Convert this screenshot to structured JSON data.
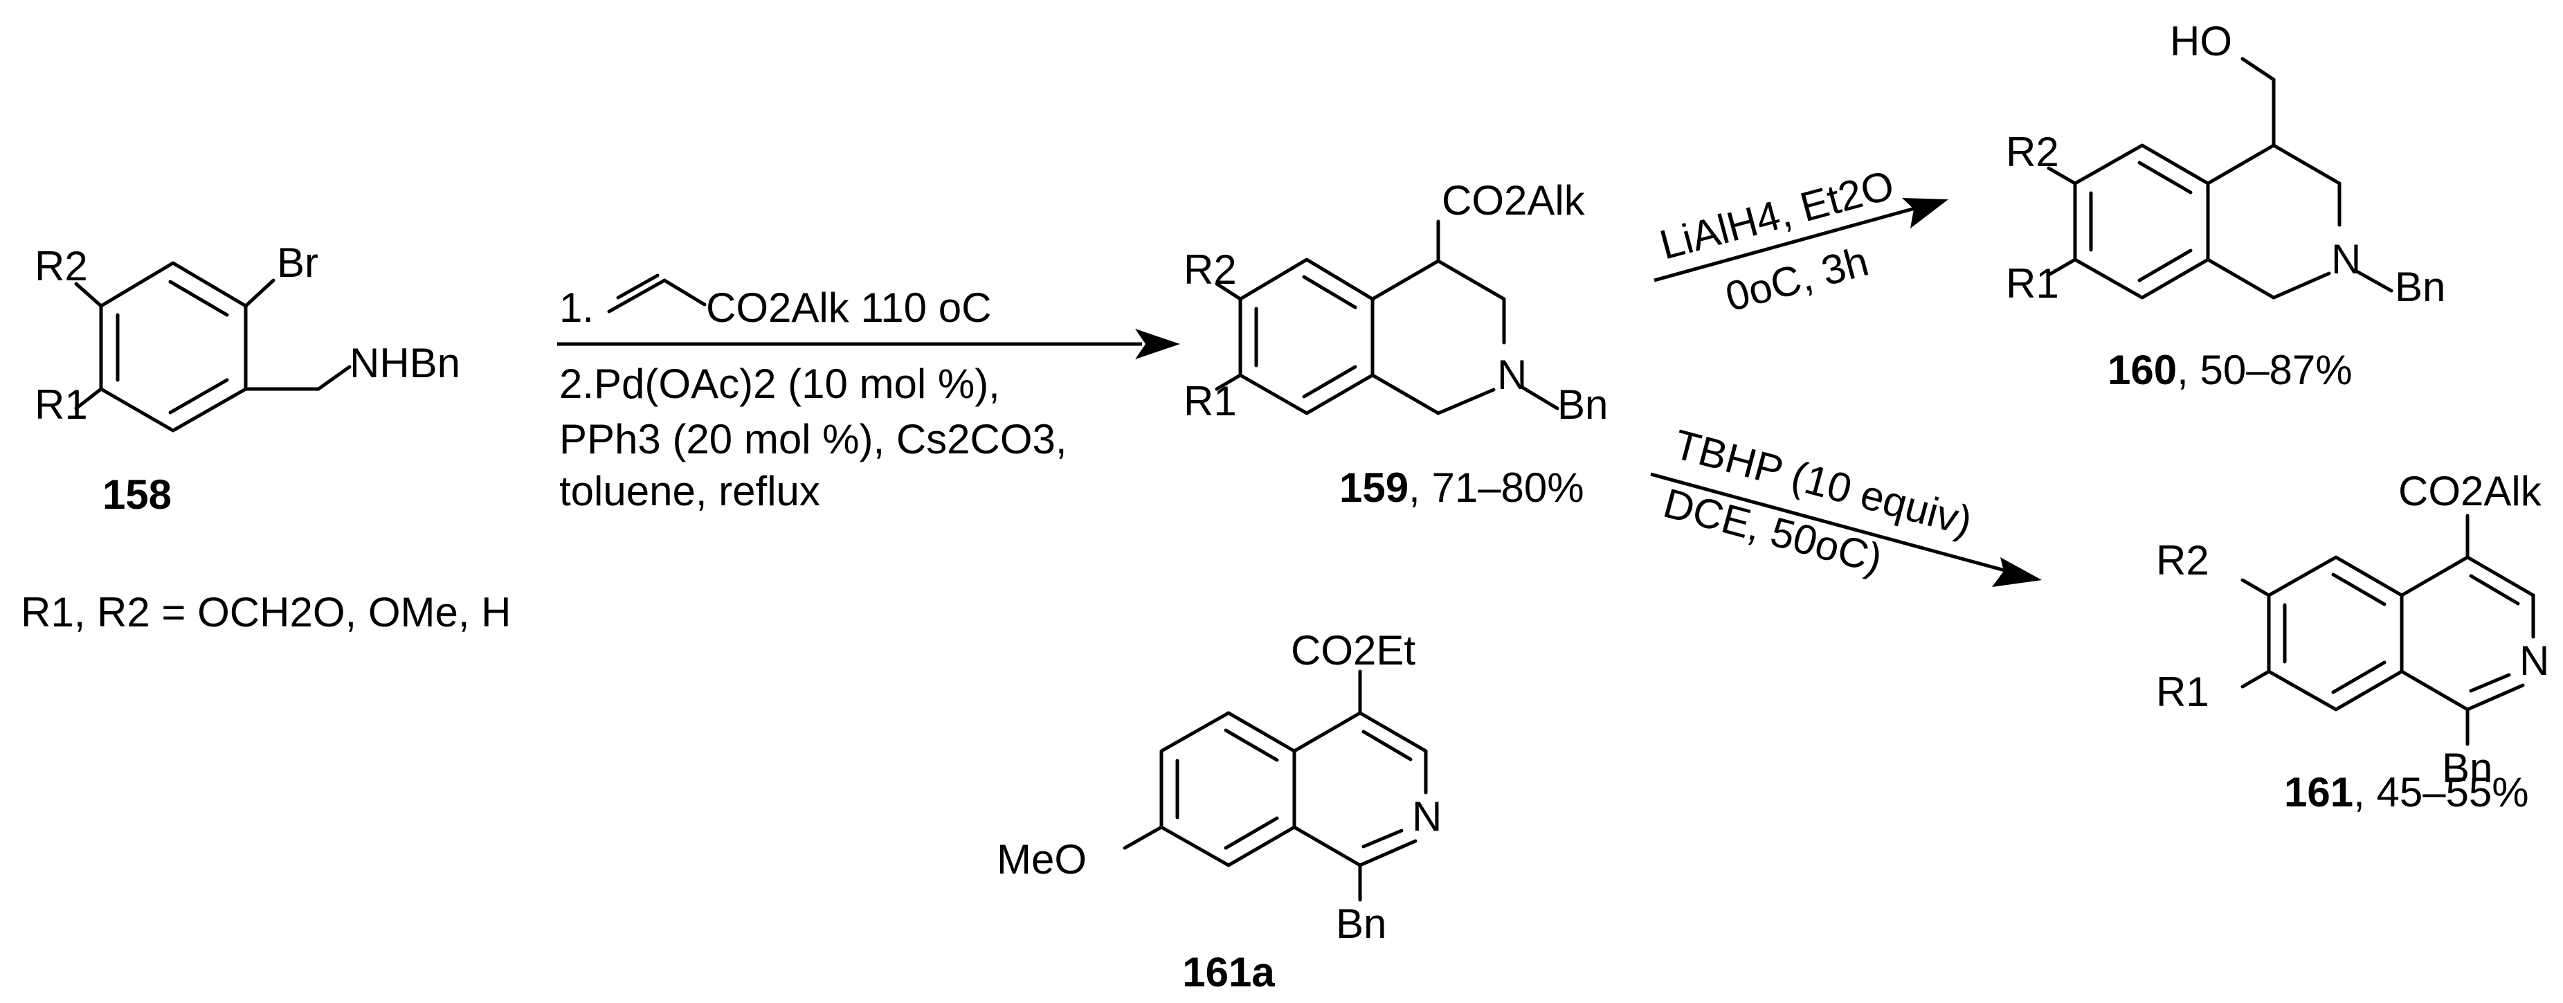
{
  "compounds": {
    "c158": {
      "id": "158",
      "r2": "R2",
      "r1": "R1",
      "br": "Br",
      "nhbn": "NHBn",
      "r_def": "R1, R2 = OCH2O, OMe, H"
    },
    "c159": {
      "id": "159",
      "yield": ", 71–80%",
      "co2alk": "CO2Alk",
      "r2": "R2",
      "r1": "R1",
      "n": "N",
      "bn": "Bn"
    },
    "c160": {
      "id": "160",
      "yield": ", 50–87%",
      "ho": "HO",
      "r2": "R2",
      "r1": "R1",
      "n": "N",
      "bn": "Bn"
    },
    "c161": {
      "id": "161",
      "yield": ", 45–55%",
      "co2alk": "CO2Alk",
      "r2": "R2",
      "r1": "R1",
      "n": "N",
      "bn": "Bn"
    },
    "c161a": {
      "id": "161a",
      "co2et": "CO2Et",
      "meo": "MeO",
      "n": "N",
      "bn": "Bn"
    }
  },
  "arrows": {
    "step1": {
      "line1_prefix": "1.",
      "line1_suffix": "CO2Alk 110 oC",
      "line2": "2.Pd(OAc)2 (10 mol %),",
      "line3": "PPh3 (20 mol %), Cs2CO3,",
      "line4": "toluene, reflux"
    },
    "step2": {
      "above": "LiAlH4, Et2O",
      "below": "0oC, 3h"
    },
    "step3": {
      "above": "TBHP (10 equiv)",
      "below": "DCE, 50oC)"
    }
  }
}
